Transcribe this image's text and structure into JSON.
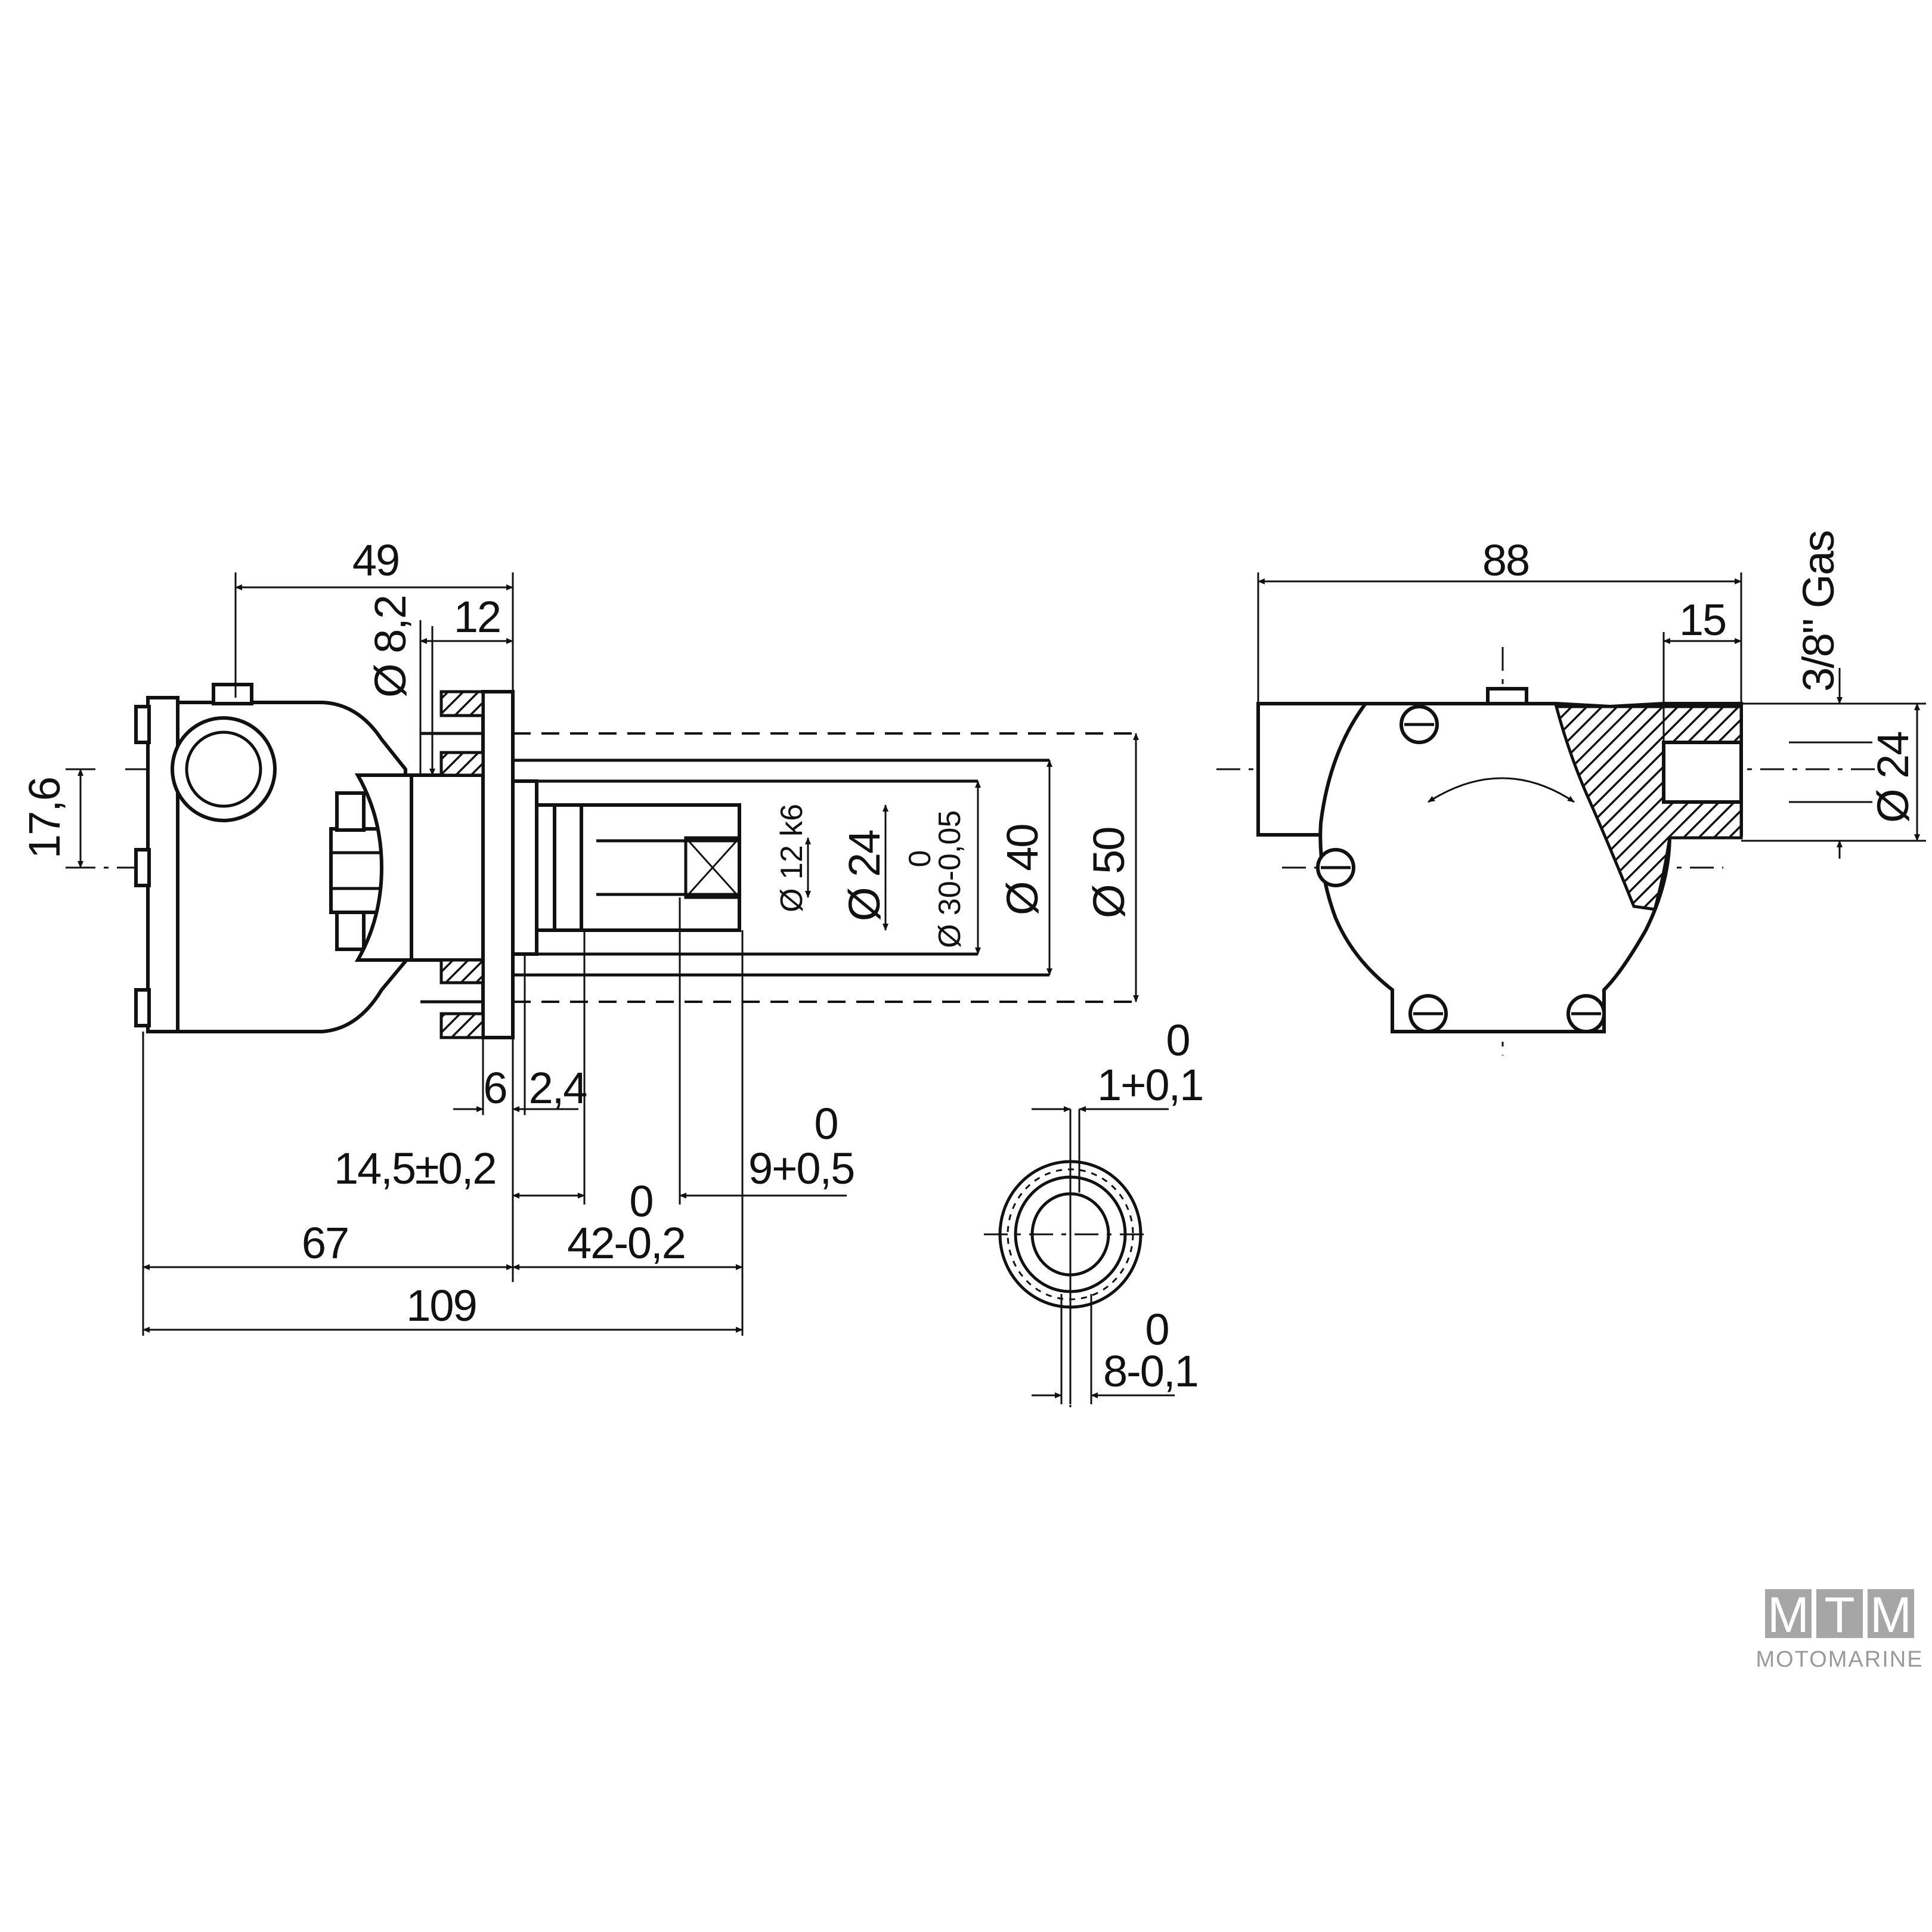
{
  "diagram": {
    "side_view": {
      "dim_49": "49",
      "dim_12": "12",
      "dim_d8_2": "Ø 8,2",
      "dim_17_6": "17,6",
      "dim_d12k6": "Ø 12 k6",
      "dim_d24": "Ø 24",
      "dim_d30_tol_upper": "0",
      "dim_d30": "Ø 30-0,05",
      "dim_d40": "Ø 40",
      "dim_d50": "Ø 50",
      "dim_6": "6",
      "dim_2_4": "2,4",
      "dim_14_5": "14,5±0,2",
      "dim_9_tol_upper": "0",
      "dim_9": "9+0,5",
      "dim_42_tol_upper": "0",
      "dim_42": "42-0,2",
      "dim_67": "67",
      "dim_109": "109"
    },
    "seal_view": {
      "dim_1_tol_upper": "0",
      "dim_1": "1+0,1",
      "dim_8_tol_upper": "0",
      "dim_8": "8-0,1"
    },
    "front_view": {
      "dim_88": "88",
      "dim_15": "15",
      "dim_thread": "3/8\" Gas",
      "dim_d24": "Ø 24"
    }
  },
  "logo": {
    "letter_1": "M",
    "letter_2": "T",
    "letter_3": "M",
    "subtitle": "MOTOMARINE",
    "colors": {
      "tile": "#a6a6a6",
      "text": "#9a9a9a"
    }
  }
}
